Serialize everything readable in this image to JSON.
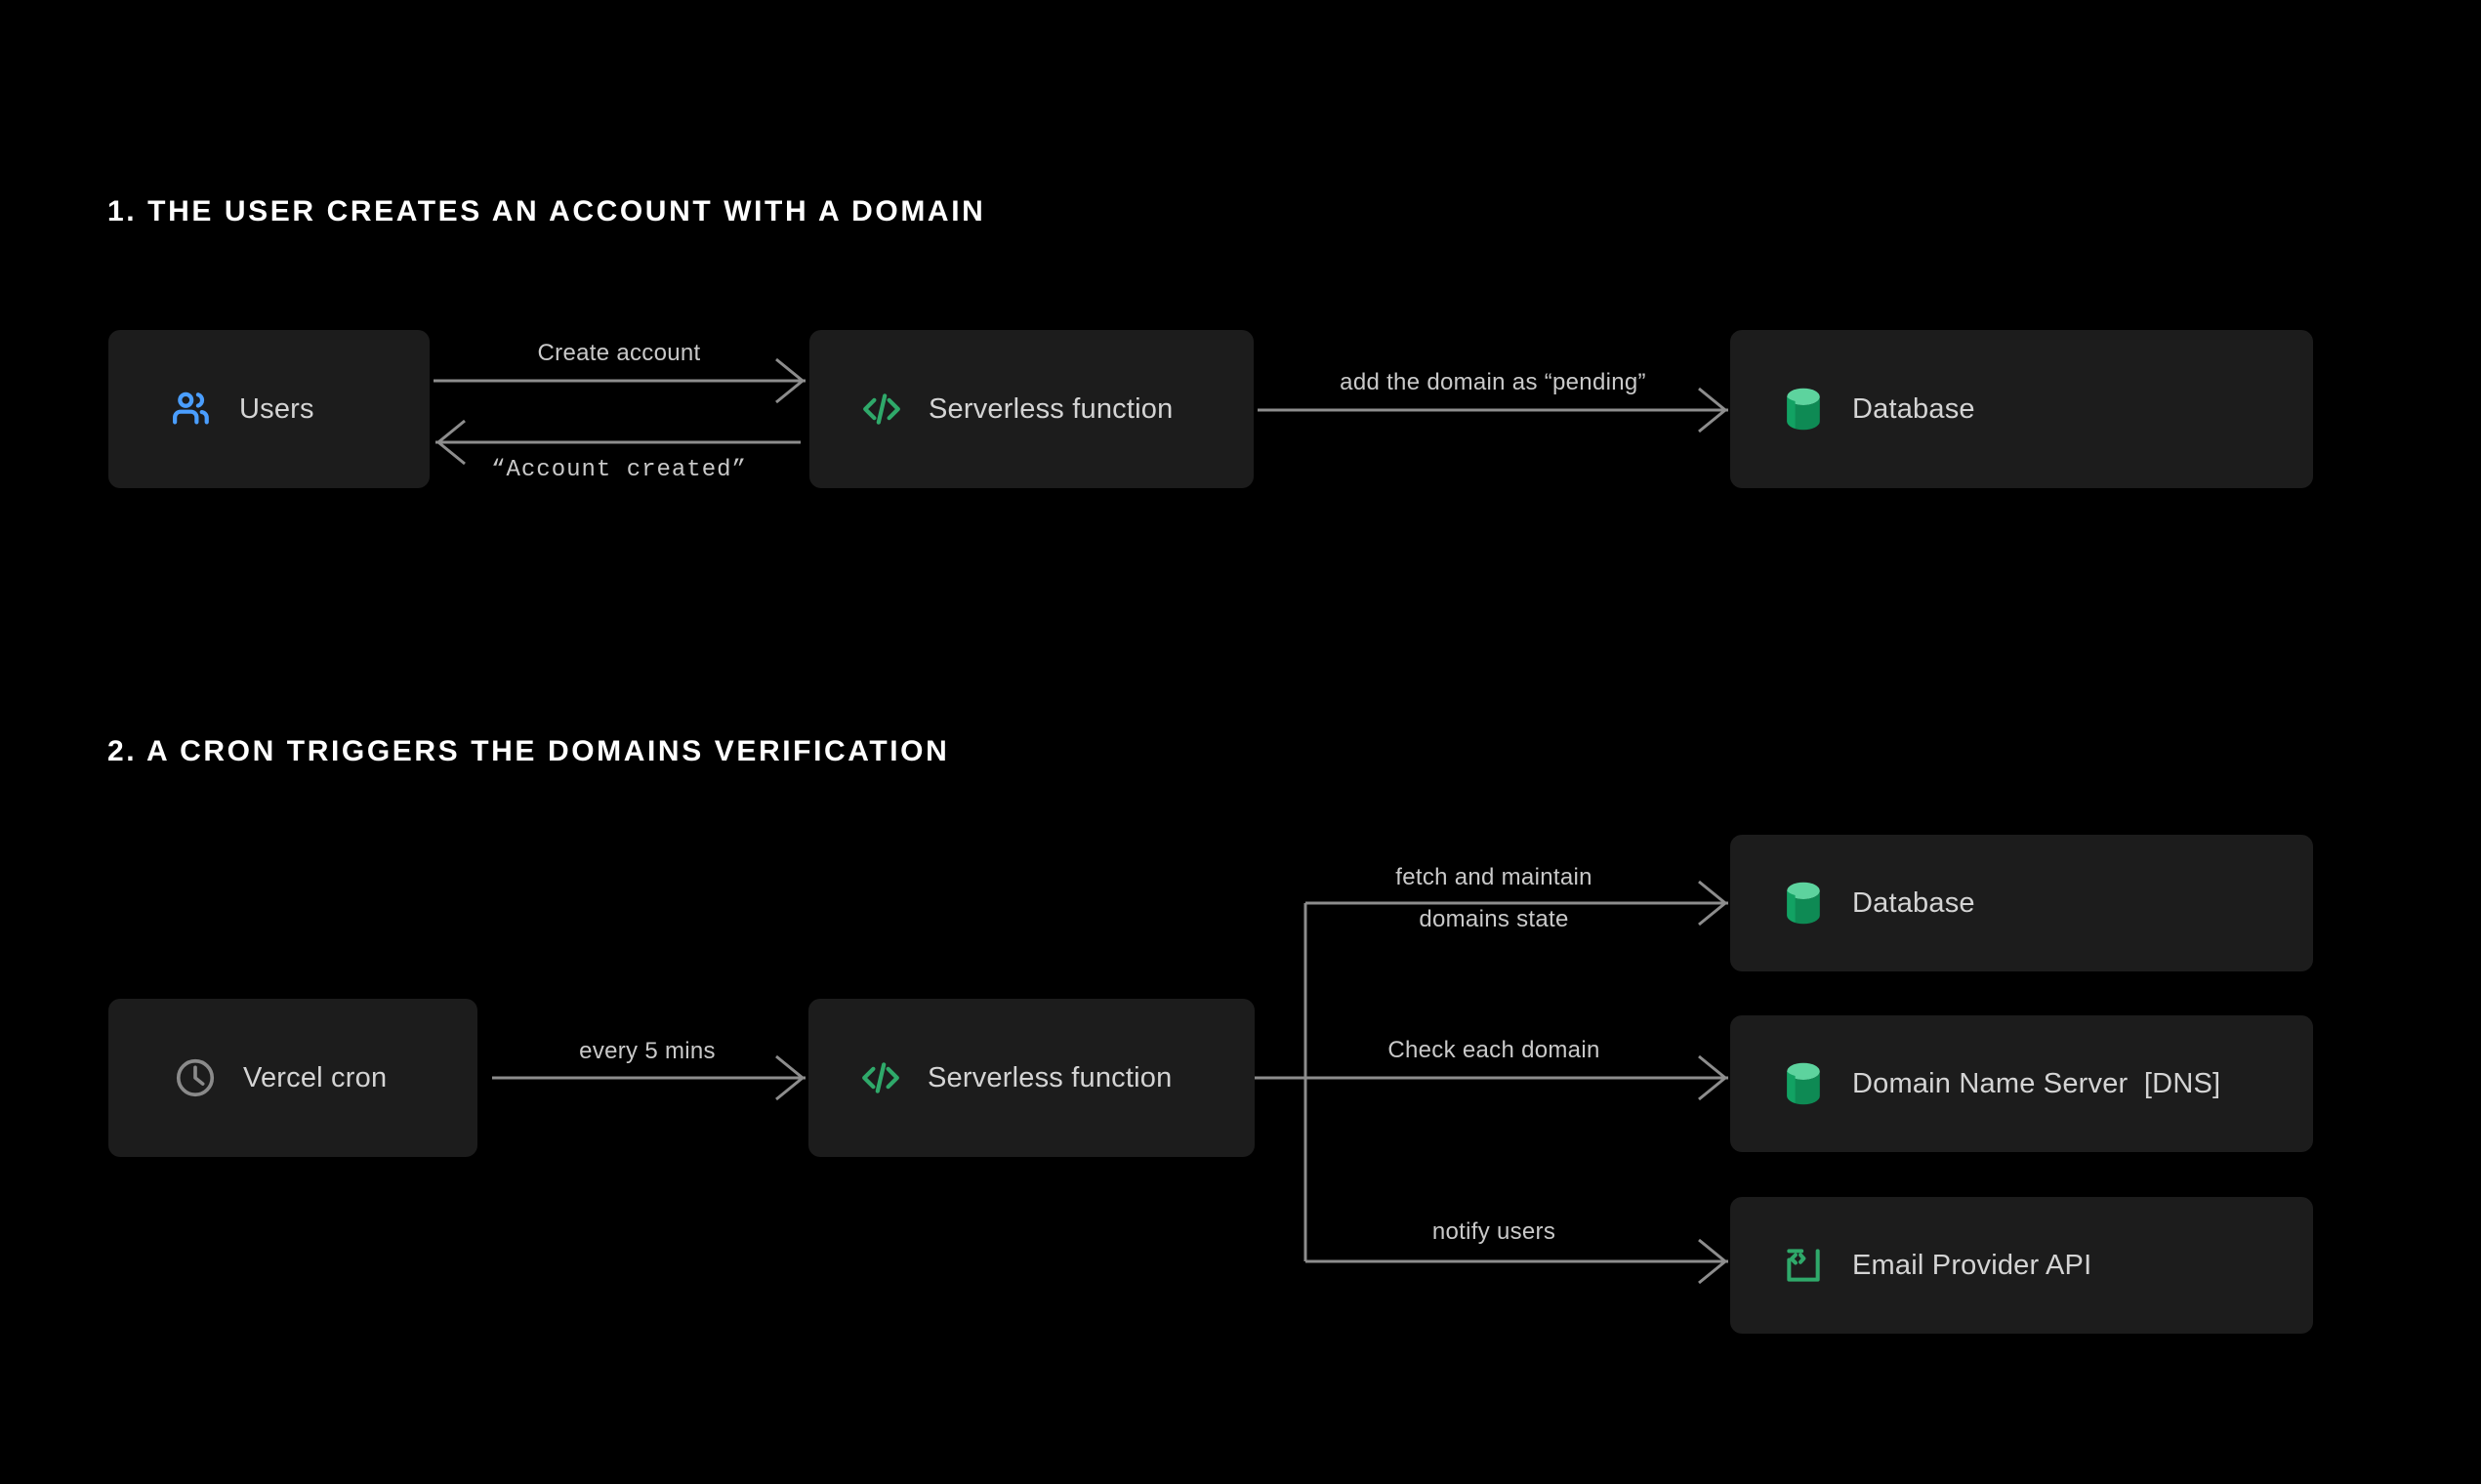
{
  "page": {
    "background": "#000000",
    "node_background": "#1c1c1c",
    "wire_color": "#8d8d8d",
    "text_color": "#d4d4d4",
    "heading_color": "#ffffff",
    "accent_green": "#2fa96a",
    "accent_green_light": "#5dd39e",
    "accent_blue": "#4a9eff",
    "accent_gray": "#8a8a8a"
  },
  "sections": [
    {
      "id": "section-1",
      "title": "1. THE USER CREATES AN ACCOUNT WITH A DOMAIN",
      "nodes": [
        {
          "id": "users",
          "label": "Users",
          "icon": "users-icon",
          "icon_color": "#4a9eff"
        },
        {
          "id": "serverless-1",
          "label": "Serverless function",
          "icon": "code-icon",
          "icon_color": "#2fa96a"
        },
        {
          "id": "database-1",
          "label": "Database",
          "icon": "database-icon",
          "icon_color": "#0e8a54"
        }
      ],
      "edges": [
        {
          "id": "create-account",
          "label": "Create account",
          "style": "sans",
          "direction": "right"
        },
        {
          "id": "account-created",
          "label": "“Account created”",
          "style": "mono",
          "direction": "left"
        },
        {
          "id": "add-domain-pending",
          "label": "add the domain as “pending”",
          "style": "sans",
          "direction": "right"
        }
      ]
    },
    {
      "id": "section-2",
      "title": "2. A CRON TRIGGERS THE DOMAINS VERIFICATION",
      "nodes": [
        {
          "id": "vercel-cron",
          "label": "Vercel cron",
          "icon": "clock-icon",
          "icon_color": "#8a8a8a"
        },
        {
          "id": "serverless-2",
          "label": "Serverless function",
          "icon": "code-icon",
          "icon_color": "#2fa96a"
        },
        {
          "id": "database-2",
          "label": "Database",
          "icon": "database-icon",
          "icon_color": "#0e8a54"
        },
        {
          "id": "dns",
          "label": "Domain Name Server  [DNS]",
          "icon": "database-icon",
          "icon_color": "#0e8a54"
        },
        {
          "id": "email-api",
          "label": "Email Provider API",
          "icon": "code-box-icon",
          "icon_color": "#2fa96a"
        }
      ],
      "edges": [
        {
          "id": "every-5-mins",
          "label": "every 5 mins",
          "style": "sans",
          "direction": "right"
        },
        {
          "id": "fetch-maintain",
          "label_line1": "fetch and maintain",
          "label_line2": "domains state",
          "style": "sans",
          "direction": "right"
        },
        {
          "id": "check-each-domain",
          "label": "Check each domain",
          "style": "sans",
          "direction": "right"
        },
        {
          "id": "notify-users",
          "label": "notify users",
          "style": "sans",
          "direction": "right"
        }
      ]
    }
  ]
}
